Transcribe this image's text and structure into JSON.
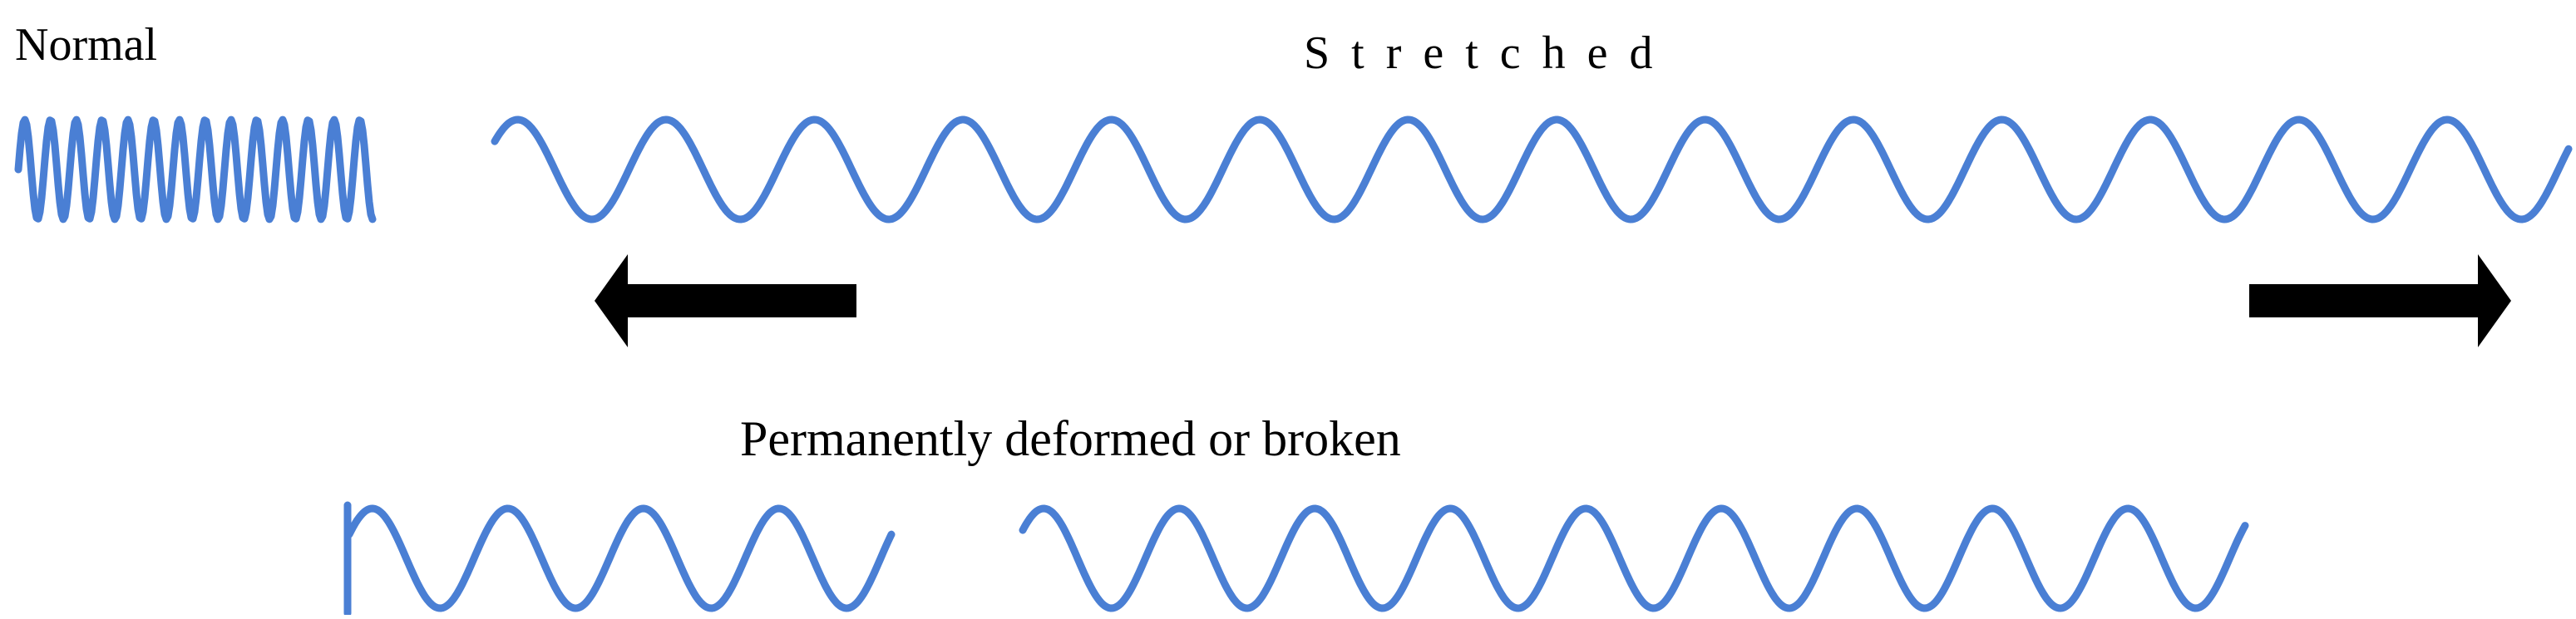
{
  "labels": {
    "normal": "Normal",
    "stretched": "Stretched",
    "broken": "Permanently deformed or broken"
  },
  "colors": {
    "spring": "#4A7FD4",
    "arrow": "#000000",
    "text": "#000000"
  },
  "states": {
    "normal": {
      "description_key": "normal"
    },
    "stretched": {
      "description_key": "stretched",
      "force_arrows": [
        "left",
        "right"
      ]
    },
    "broken": {
      "description_key": "broken",
      "pieces": 2
    }
  }
}
